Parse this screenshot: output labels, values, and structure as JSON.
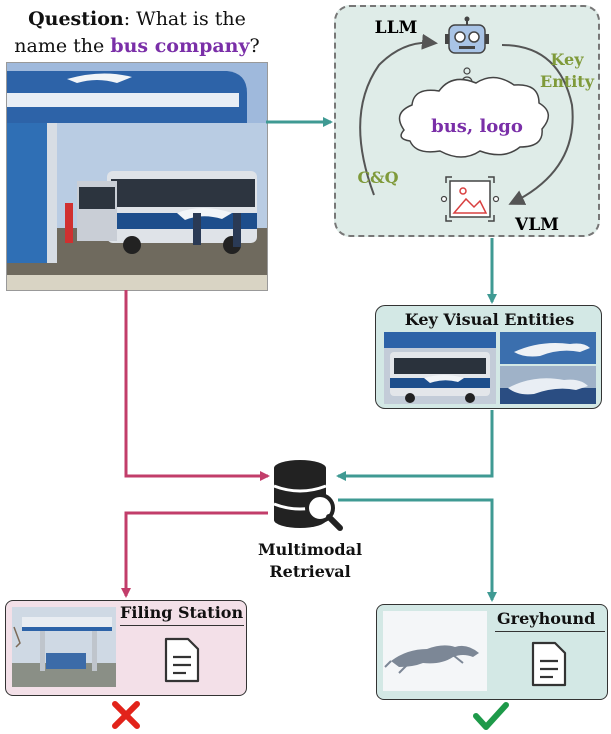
{
  "question": {
    "label": "Question",
    "text_before": ": What is the name the ",
    "highlight": "bus company",
    "text_after": "?"
  },
  "llm_panel": {
    "llm_label": "LLM",
    "vlm_label": "VLM",
    "key_entity_label_line1": "Key",
    "key_entity_label_line2": "Entity",
    "cq_label": "C&Q",
    "cloud_text": "bus, logo"
  },
  "entities_panel": {
    "title": "Key Visual Entities"
  },
  "retrieval": {
    "label_line1": "Multimodal",
    "label_line2": "Retrieval"
  },
  "results": [
    {
      "title": "Filing Station",
      "correct": false
    },
    {
      "title": "Greyhound",
      "correct": true
    }
  ],
  "colors": {
    "teal": "#3f9a93",
    "crimson": "#c23d6a",
    "purple": "#7a2fa8",
    "olive": "#7f9a3a",
    "check_green": "#1e9a4a",
    "cross_red": "#e2231a"
  }
}
